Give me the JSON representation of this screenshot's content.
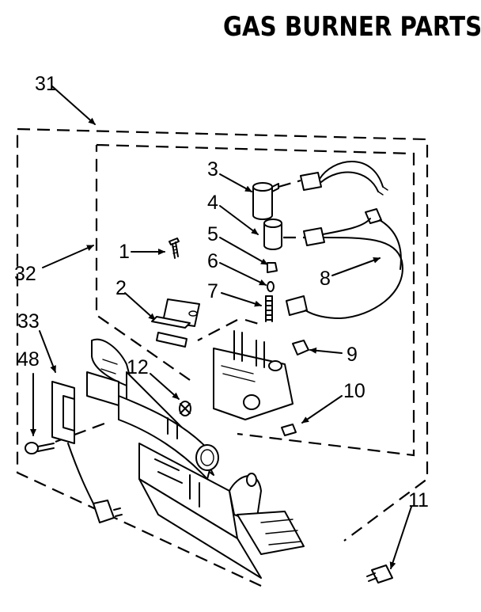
{
  "title": "GAS BURNER PARTS",
  "callouts": {
    "c31": "31",
    "c32": "32",
    "c33": "33",
    "c48": "48",
    "c1": "1",
    "c2": "2",
    "c3": "3",
    "c4": "4",
    "c5": "5",
    "c6": "6",
    "c7": "7",
    "c8": "8",
    "c9": "9",
    "c10": "10",
    "c11": "11",
    "c12": "12"
  }
}
